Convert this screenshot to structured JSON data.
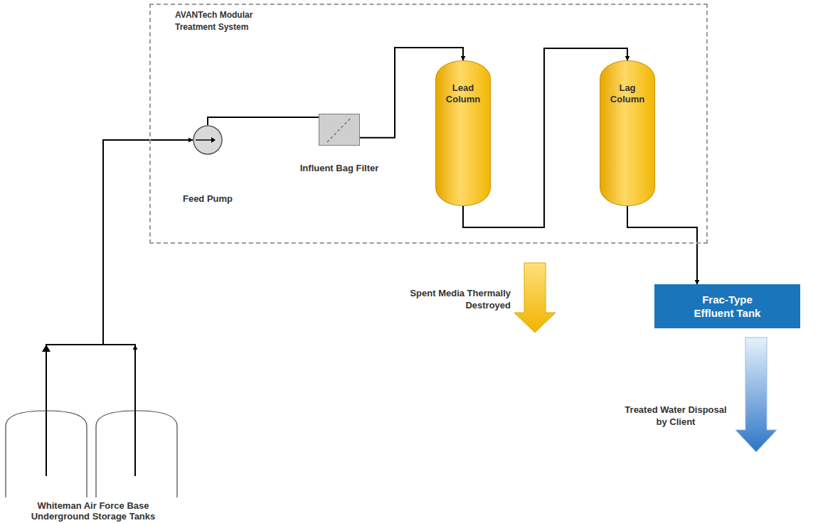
{
  "diagram": {
    "nodes": [
      {
        "text": [
          "AVANTech Modular Treatment System"
        ]
      },
      {
        "text": [
          "Feed Pump"
        ],
        "in": 0
      },
      {
        "text": [
          "Influent Bag Filter"
        ],
        "in": 0
      },
      {
        "text": [
          "Lead Column"
        ],
        "in": 0
      },
      {
        "text": [
          "Lag Column"
        ],
        "in": 0
      },
      {
        "text": [
          "Frac-Type Effluent Tank"
        ]
      },
      {
        "text": [
          "Whiteman Air Force Base Underground Storage Tanks"
        ]
      }
    ],
    "edges": [
      {
        "from": 6,
        "to": 1,
        "arrow": "to"
      },
      {
        "from": 1,
        "to": 2,
        "arrow": "none"
      },
      {
        "from": 2,
        "to": 3,
        "arrow": "to"
      },
      {
        "from": 3,
        "to": 4,
        "arrow": "to"
      },
      {
        "from": 4,
        "to": 5,
        "arrow": "to"
      }
    ],
    "labels": [
      "Spent Media Thermally Destroyed",
      "Treated Water Disposal by Client"
    ]
  }
}
